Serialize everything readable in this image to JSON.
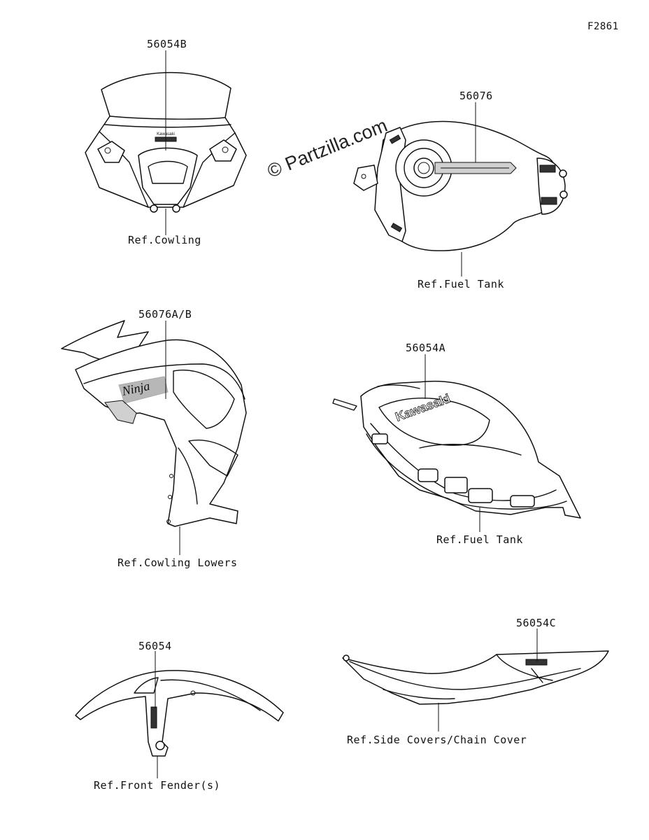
{
  "diagram_code": "F2861",
  "watermark": "© Partzilla.com",
  "callouts": [
    {
      "id": "56054b",
      "part_no": "56054B",
      "ref": "Ref.Cowling"
    },
    {
      "id": "56076",
      "part_no": "56076",
      "ref": "Ref.Fuel Tank"
    },
    {
      "id": "56076ab",
      "part_no": "56076A/B",
      "ref": "Ref.Cowling Lowers"
    },
    {
      "id": "56054a",
      "part_no": "56054A",
      "ref": "Ref.Fuel Tank"
    },
    {
      "id": "56054",
      "part_no": "56054",
      "ref": "Ref.Front Fender(s)"
    },
    {
      "id": "56054c",
      "part_no": "56054C",
      "ref": "Ref.Side Covers/Chain Cover"
    }
  ],
  "decal_text": {
    "cowling_badge": "Kawasaki",
    "tank_logo": "Kawasaki",
    "lower_logo": "Ninja"
  }
}
